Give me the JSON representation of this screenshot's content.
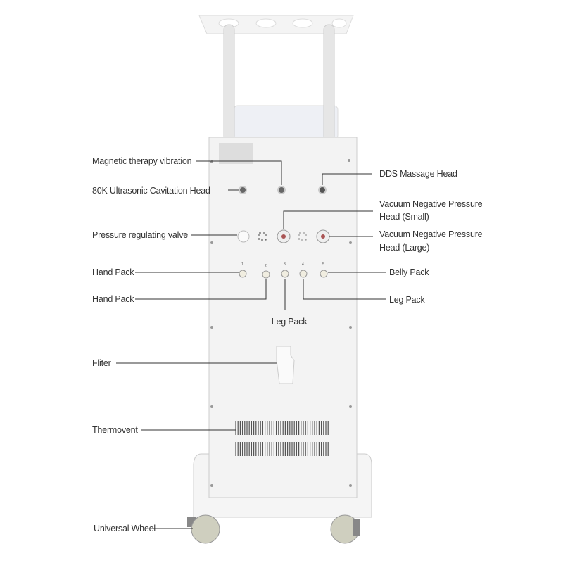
{
  "labels": {
    "magnetic": "Magnetic therapy vibration",
    "cavitation": "80K Ultrasonic Cavitation Head",
    "valve": "Pressure regulating valve",
    "hand1": "Hand Pack",
    "hand2": "Hand Pack",
    "leg_center": "Leg Pack",
    "fliter": "Fliter",
    "thermovent": "Thermovent",
    "wheel": "Universal Wheel",
    "dds": "DDS Massage Head",
    "vacuum_small_1": "Vacuum Negative Pressure",
    "vacuum_small_2": "Head (Small)",
    "vacuum_large_1": "Vacuum Negative Pressure",
    "vacuum_large_2": "Head (Large)",
    "belly": "Belly Pack",
    "leg_right": "Leg Pack"
  },
  "port_numbers": [
    "1",
    "2",
    "3",
    "4",
    "5"
  ],
  "colors": {
    "body": "#f3f3f3",
    "line": "#333333",
    "wheel": "#c9c9b8"
  }
}
